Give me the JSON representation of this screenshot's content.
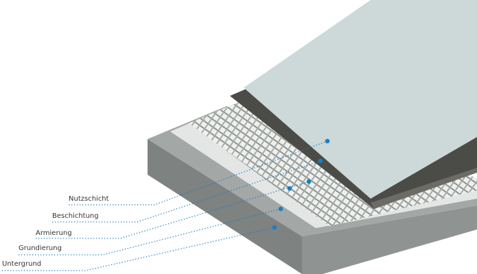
{
  "labels": [
    "Nutzschicht",
    "Beschichtung",
    "Armierung",
    "Grundierung",
    "Untergrund"
  ],
  "colors": {
    "accent": "#1a7fc1",
    "concrete": "#8d9190",
    "primer": "#e6e8e8",
    "mesh": "#8a8f8a",
    "coating": "#4a4a46",
    "topcoat": "#cfdadb"
  }
}
